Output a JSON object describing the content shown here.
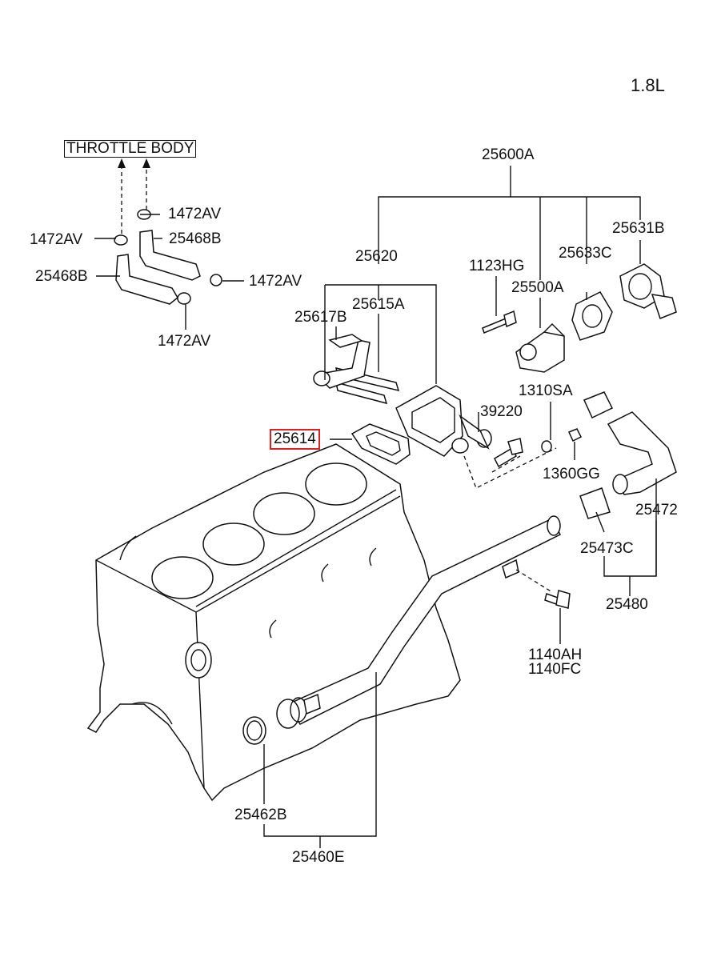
{
  "variant": "1.8L",
  "reference": "THROTTLE BODY",
  "highlighted": "25614",
  "labels": {
    "p25600A": "25600A",
    "p25631B": "25631B",
    "p25633C": "25633C",
    "p25620": "25620",
    "p1123HG": "1123HG",
    "p25500A": "25500A",
    "p25615A": "25615A",
    "p25617B": "25617B",
    "p1310SA": "1310SA",
    "p39220": "39220",
    "p25614": "25614",
    "p1360GG": "1360GG",
    "p25472": "25472",
    "p25473C": "25473C",
    "p25480": "25480",
    "p1140AH": "1140AH",
    "p1140FC": "1140FC",
    "p25462B": "25462B",
    "p25460E": "25460E",
    "p1472AV_a": "1472AV",
    "p1472AV_b": "1472AV",
    "p1472AV_c": "1472AV",
    "p1472AV_d": "1472AV",
    "p25468B_a": "25468B",
    "p25468B_b": "25468B"
  }
}
